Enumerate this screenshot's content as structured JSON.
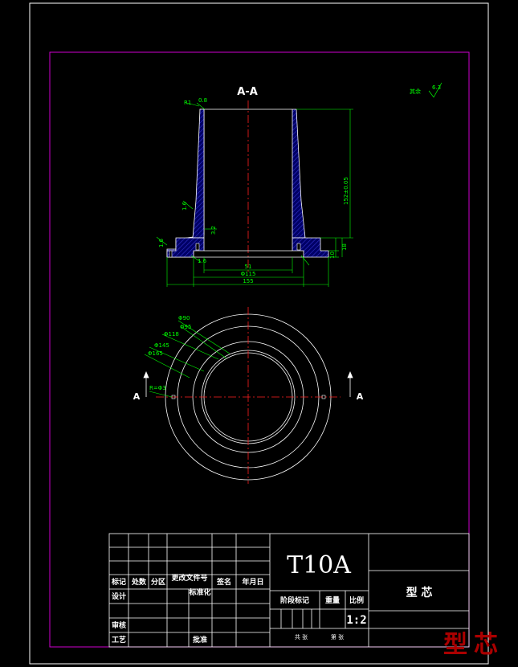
{
  "section_label": "A-A",
  "cut_label_left": "A",
  "cut_label_right": "A",
  "roughness_note": "其余",
  "roughness_value": "6.3",
  "section_dims": {
    "top_chamfer": "0.8",
    "top_radius": "R1",
    "height": "152±0.05",
    "bore": "51",
    "dia_115": "Φ115",
    "dia_155": "155",
    "step_10": "10",
    "step_18": "18",
    "left_note_1": "1.6",
    "left_note_2": "3.2",
    "left_note_3": "1.6",
    "bottom_note": "1.6"
  },
  "plan_dims": {
    "d1": "Φ90",
    "d2": "Φ95",
    "d3": "Φ118",
    "d4": "Φ145",
    "d5": "Φ165",
    "hole_note": "R=Φ3"
  },
  "title_block": {
    "part_name": "T10A",
    "drawing_name": "型 芯",
    "scale_label": "比例",
    "scale_value": "1:2",
    "weight_label": "重量",
    "stage_label": "阶段标记",
    "sheet_total": "共 张",
    "sheet_no": "第 张",
    "hdr_mark": "标记",
    "hdr_count": "处数",
    "hdr_zone": "分区",
    "hdr_docno": "更改文件号",
    "hdr_sign": "签名",
    "hdr_date": "年月日",
    "design": "设计",
    "standardize": "标准化",
    "review": "审核",
    "process": "工艺",
    "approve": "批准"
  },
  "watermark": "型芯"
}
